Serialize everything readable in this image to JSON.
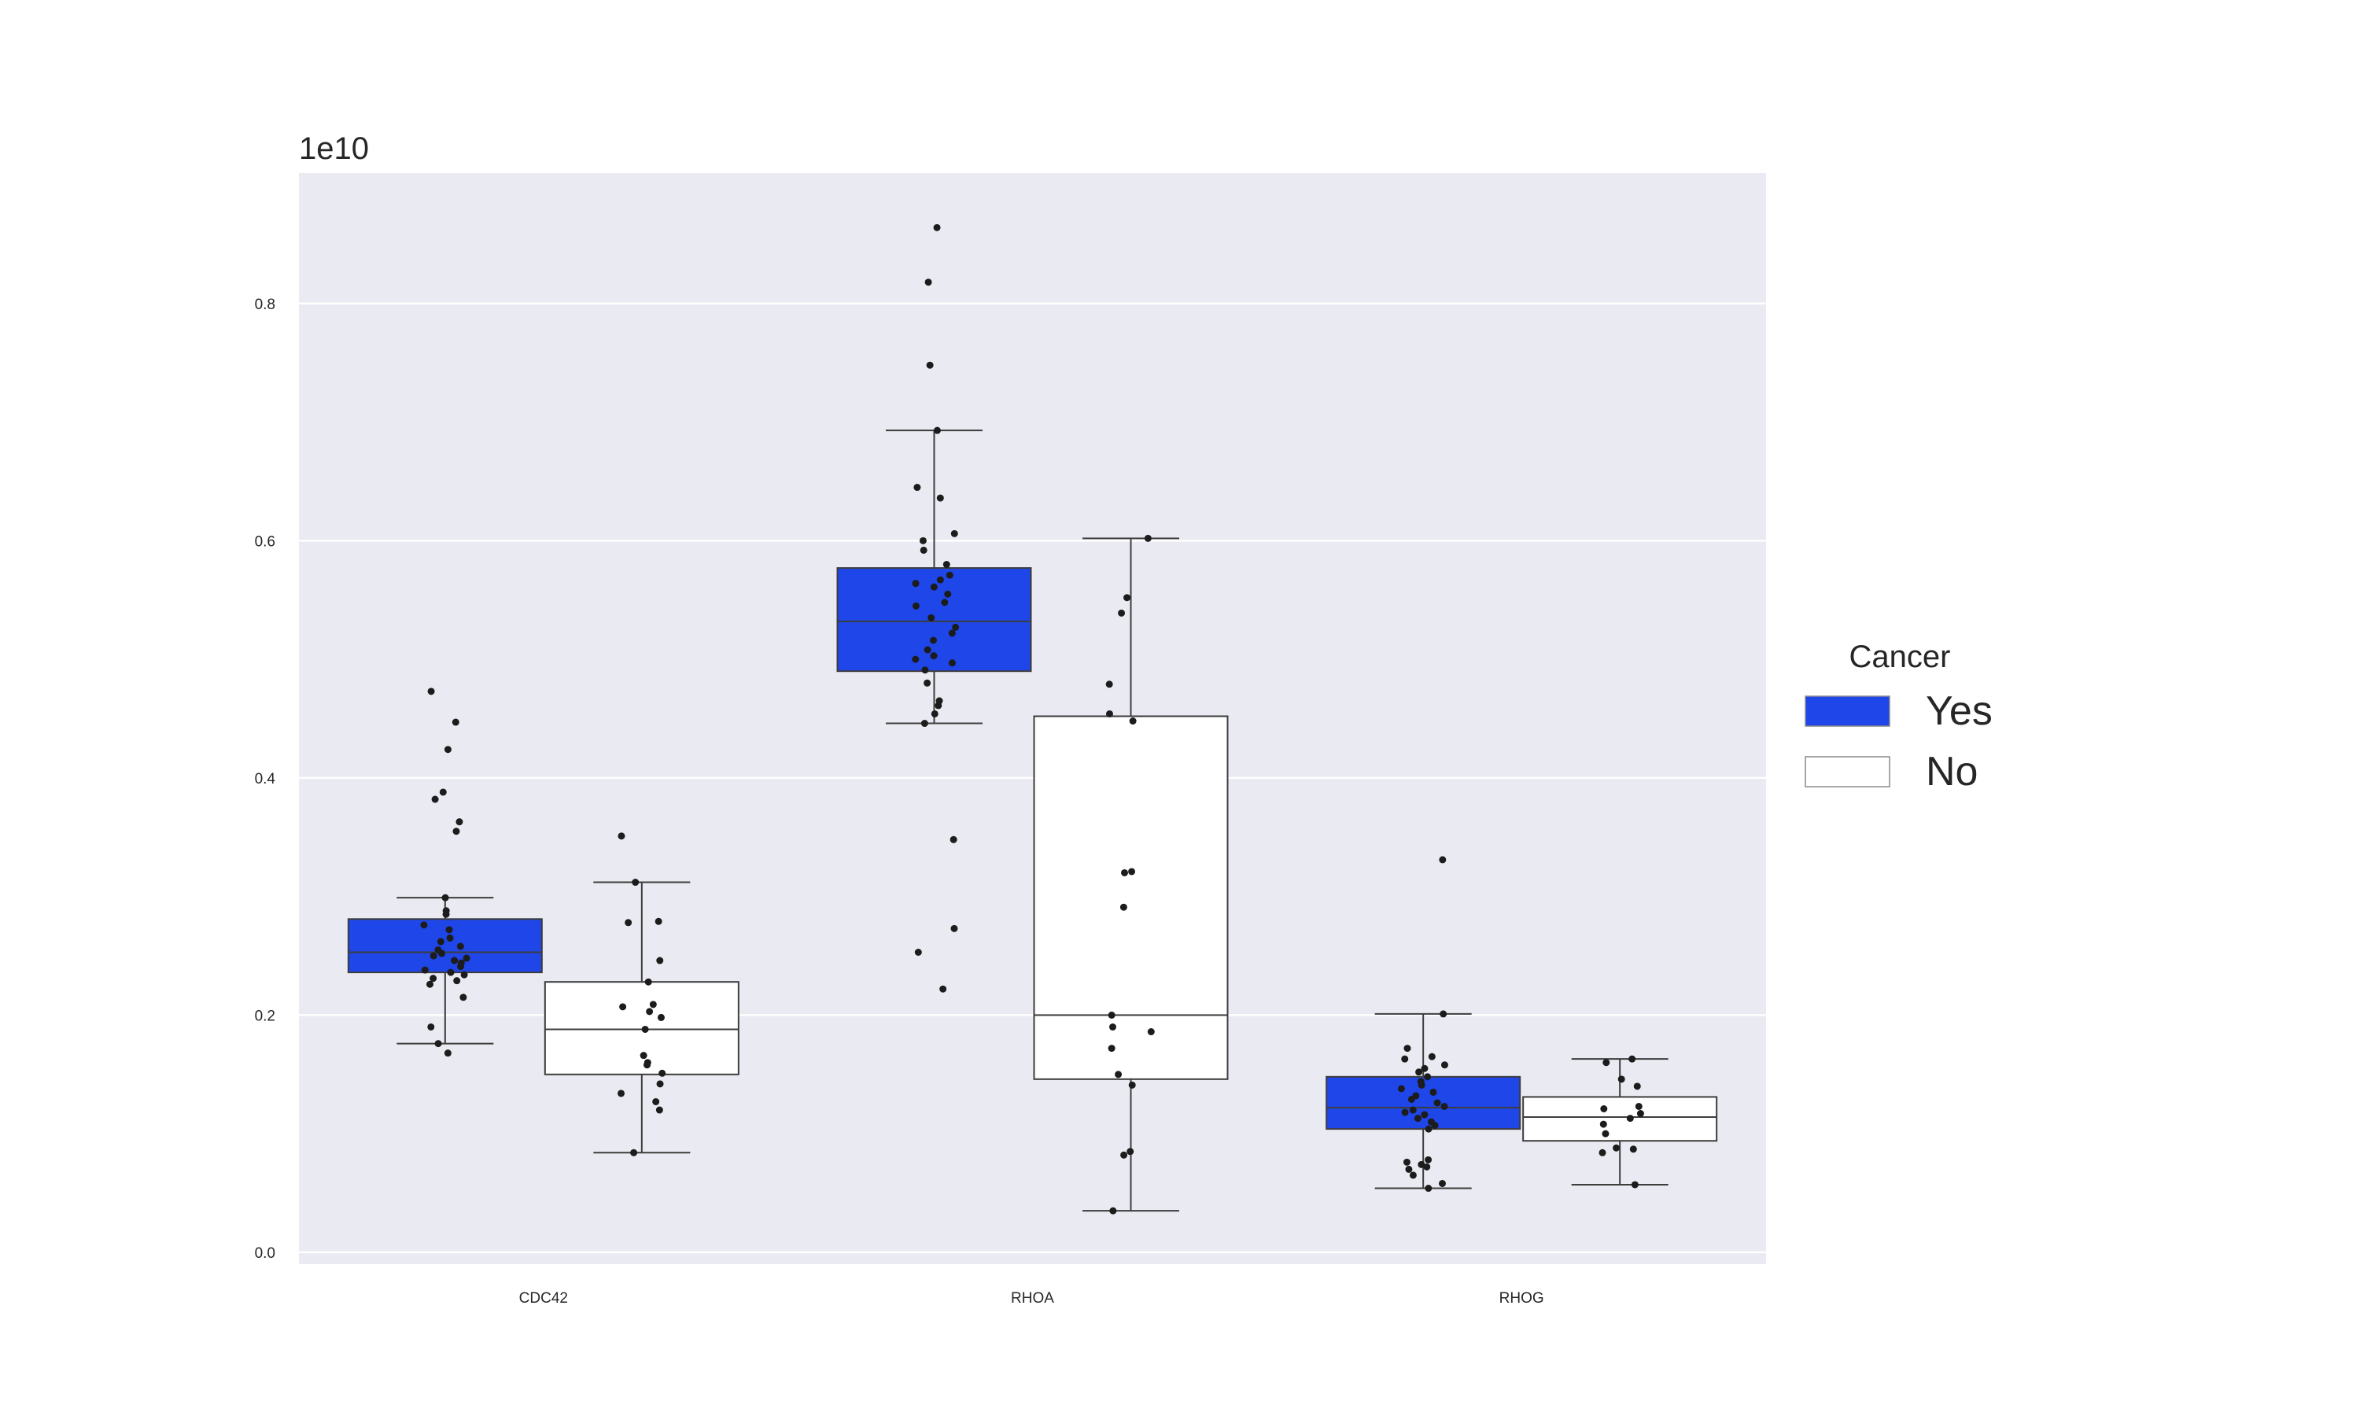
{
  "chart_data": {
    "type": "box",
    "title": "",
    "xlabel": "",
    "ylabel": "",
    "y_offset_label": "1e10",
    "y_scale_note": "values in units of 1e10",
    "ylim": [
      -0.01,
      0.91
    ],
    "yticks": [
      0.0,
      0.2,
      0.4,
      0.6,
      0.8
    ],
    "ytick_labels": [
      "0.0",
      "0.2",
      "0.4",
      "0.6",
      "0.8"
    ],
    "grid": true,
    "background": "#eaeaf2",
    "categories": [
      "CDC42",
      "RHOA",
      "RHOG"
    ],
    "legend": {
      "title": "Cancer",
      "placement": "right",
      "entries": [
        {
          "label": "Yes",
          "color": "#1f46e8"
        },
        {
          "label": "No",
          "color": "#ffffff"
        }
      ]
    },
    "series": [
      {
        "name": "Yes",
        "color": "#1f46e8",
        "boxes": [
          {
            "category": "CDC42",
            "whisker_low": 0.176,
            "q1": 0.236,
            "median": 0.253,
            "q3": 0.281,
            "whisker_high": 0.299,
            "points": [
              0.473,
              0.447,
              0.424,
              0.388,
              0.382,
              0.363,
              0.355,
              0.299,
              0.288,
              0.285,
              0.276,
              0.272,
              0.265,
              0.262,
              0.258,
              0.255,
              0.252,
              0.25,
              0.248,
              0.246,
              0.244,
              0.241,
              0.238,
              0.236,
              0.234,
              0.231,
              0.229,
              0.226,
              0.215,
              0.19,
              0.176,
              0.168
            ]
          },
          {
            "category": "RHOA",
            "whisker_low": 0.446,
            "q1": 0.49,
            "median": 0.532,
            "q3": 0.577,
            "whisker_high": 0.693,
            "points": [
              0.864,
              0.818,
              0.748,
              0.693,
              0.645,
              0.636,
              0.606,
              0.6,
              0.592,
              0.58,
              0.571,
              0.567,
              0.564,
              0.561,
              0.555,
              0.548,
              0.545,
              0.535,
              0.527,
              0.522,
              0.516,
              0.508,
              0.503,
              0.5,
              0.497,
              0.491,
              0.48,
              0.465,
              0.461,
              0.454,
              0.446,
              0.348,
              0.273,
              0.253,
              0.222
            ]
          },
          {
            "category": "RHOG",
            "whisker_low": 0.054,
            "q1": 0.104,
            "median": 0.122,
            "q3": 0.148,
            "whisker_high": 0.201,
            "points": [
              0.331,
              0.201,
              0.172,
              0.165,
              0.163,
              0.158,
              0.155,
              0.152,
              0.148,
              0.144,
              0.141,
              0.138,
              0.135,
              0.132,
              0.129,
              0.126,
              0.123,
              0.12,
              0.118,
              0.116,
              0.113,
              0.11,
              0.107,
              0.104,
              0.078,
              0.076,
              0.074,
              0.072,
              0.07,
              0.065,
              0.058,
              0.054
            ]
          }
        ]
      },
      {
        "name": "No",
        "color": "#ffffff",
        "boxes": [
          {
            "category": "CDC42",
            "whisker_low": 0.084,
            "q1": 0.15,
            "median": 0.188,
            "q3": 0.228,
            "whisker_high": 0.312,
            "points": [
              0.351,
              0.312,
              0.279,
              0.278,
              0.246,
              0.228,
              0.209,
              0.207,
              0.203,
              0.198,
              0.188,
              0.166,
              0.16,
              0.158,
              0.151,
              0.142,
              0.134,
              0.127,
              0.12,
              0.084
            ]
          },
          {
            "category": "RHOA",
            "whisker_low": 0.035,
            "q1": 0.146,
            "median": 0.2,
            "q3": 0.452,
            "whisker_high": 0.602,
            "points": [
              0.602,
              0.552,
              0.539,
              0.479,
              0.454,
              0.448,
              0.321,
              0.32,
              0.291,
              0.2,
              0.19,
              0.186,
              0.172,
              0.15,
              0.141,
              0.085,
              0.082,
              0.035
            ]
          },
          {
            "category": "RHOG",
            "whisker_low": 0.057,
            "q1": 0.094,
            "median": 0.114,
            "q3": 0.131,
            "whisker_high": 0.163,
            "points": [
              0.163,
              0.16,
              0.146,
              0.14,
              0.123,
              0.121,
              0.117,
              0.113,
              0.108,
              0.1,
              0.088,
              0.087,
              0.084,
              0.057
            ]
          }
        ]
      }
    ]
  }
}
